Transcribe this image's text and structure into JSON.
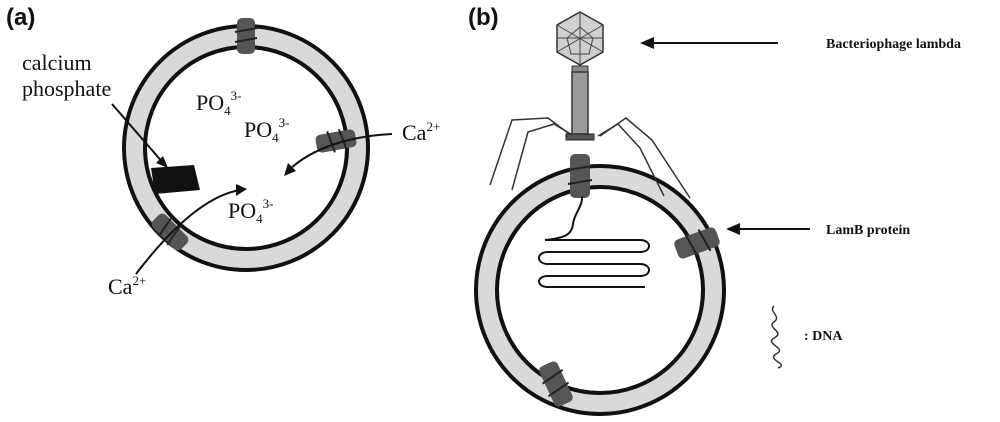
{
  "panel_a": {
    "label": "(a)",
    "calcium_phosphate_line1": "calcium",
    "calcium_phosphate_line2": "phosphate",
    "ion_base": "PO",
    "ion_sub": "4",
    "ion_sup": "3-",
    "calcium_base": "Ca",
    "calcium_sup": "2+"
  },
  "panel_b": {
    "label": "(b)",
    "phage_label": "Bacteriophage lambda",
    "lamb_label": "LamB protein",
    "dna_label": ": DNA"
  },
  "colors": {
    "membrane_fill": "#d9d9d9",
    "outline": "#111111",
    "protein": "#555555",
    "background": "#ffffff"
  }
}
